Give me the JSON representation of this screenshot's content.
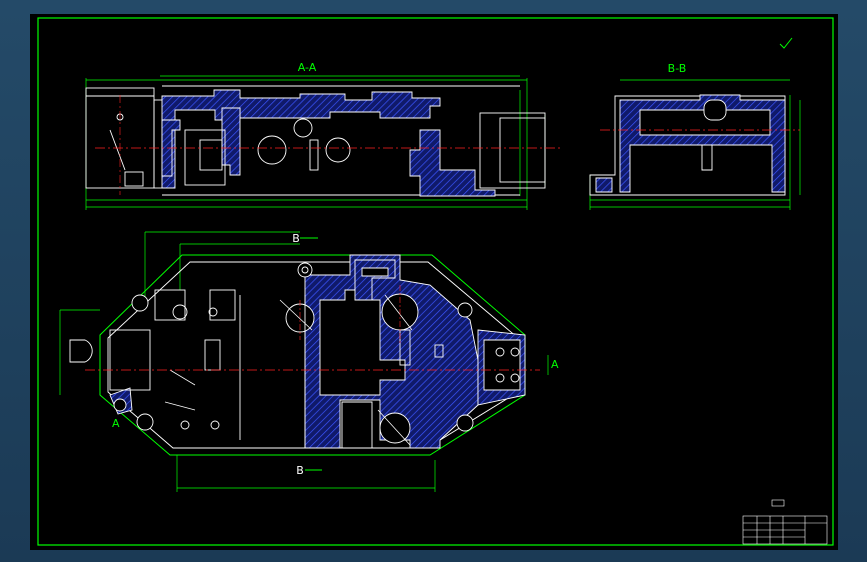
{
  "drawing": {
    "section_a_label": "A-A",
    "section_b_label": "B-B",
    "plan_label_a_right": "A",
    "plan_label_a_left": "A",
    "plan_label_b_top": "B",
    "plan_label_b_bottom": "B"
  },
  "colors": {
    "background": "#000000",
    "frame": "#00ff00",
    "outline": "#ffffff",
    "hatch": "#2a3fd0",
    "centerline": "#ff2020",
    "dimension": "#00ff00",
    "viewport": "#1e3f5a"
  }
}
